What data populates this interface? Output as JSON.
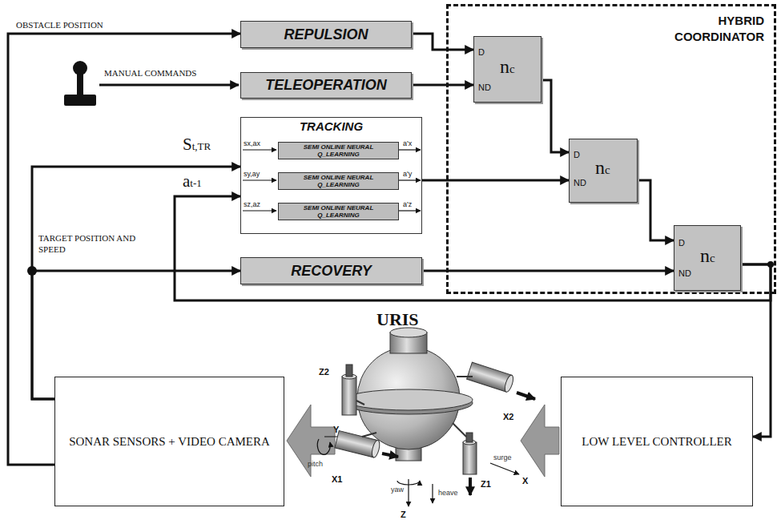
{
  "diagram": {
    "nodes": [
      {
        "text": [
          "REPULSION"
        ]
      },
      {
        "text": [
          "TELEOPERATION"
        ]
      },
      {
        "text": [
          "TRACKING"
        ]
      },
      {
        "text": [
          "SEMI ONLINE NEURAL Q_LEARNING"
        ],
        "in": 2
      },
      {
        "text": [
          "SEMI ONLINE NEURAL Q_LEARNING"
        ],
        "in": 2
      },
      {
        "text": [
          "SEMI ONLINE NEURAL Q_LEARNING"
        ],
        "in": 2
      },
      {
        "text": [
          "RECOVERY"
        ]
      },
      {
        "text": [
          "HYBRID COORDINATOR"
        ]
      },
      {
        "text": [
          "D",
          "ND",
          "nc"
        ],
        "in": 7
      },
      {
        "text": [
          "D",
          "ND",
          "nc"
        ],
        "in": 7
      },
      {
        "text": [
          "D",
          "ND",
          "nc"
        ],
        "in": 7
      },
      {
        "text": [
          "SONAR SENSORS + VIDEO CAMERA"
        ]
      },
      {
        "text": [
          "LOW LEVEL CONTROLLER"
        ]
      }
    ],
    "edges": [
      {
        "from": 11,
        "to": 0,
        "arrow": "to"
      },
      {
        "from": 11,
        "to": 2,
        "arrow": "to"
      },
      {
        "from": 11,
        "to": 6,
        "arrow": "to"
      },
      {
        "from": 0,
        "to": 8,
        "arrow": "to"
      },
      {
        "from": 1,
        "to": 8,
        "arrow": "to"
      },
      {
        "from": 8,
        "to": 9,
        "arrow": "to"
      },
      {
        "from": 2,
        "to": 9,
        "arrow": "to"
      },
      {
        "from": 9,
        "to": 10,
        "arrow": "to"
      },
      {
        "from": 6,
        "to": 10,
        "arrow": "to"
      },
      {
        "from": 10,
        "to": 12,
        "arrow": "to"
      },
      {
        "from": 10,
        "to": 2,
        "arrow": "to"
      }
    ],
    "labels": [
      "OBSTACLE POSITION",
      "MANUAL COMMANDS",
      "St,TR",
      "at-1",
      "TARGET POSITION AND SPEED",
      "sx,ax",
      "sy,ay",
      "sz,az",
      "a'x",
      "a'y",
      "a'z",
      "URIS",
      "Z2",
      "X2",
      "Y",
      "pitch",
      "X1",
      "yaw",
      "Z",
      "heave",
      "Z1",
      "surge",
      "X"
    ]
  }
}
